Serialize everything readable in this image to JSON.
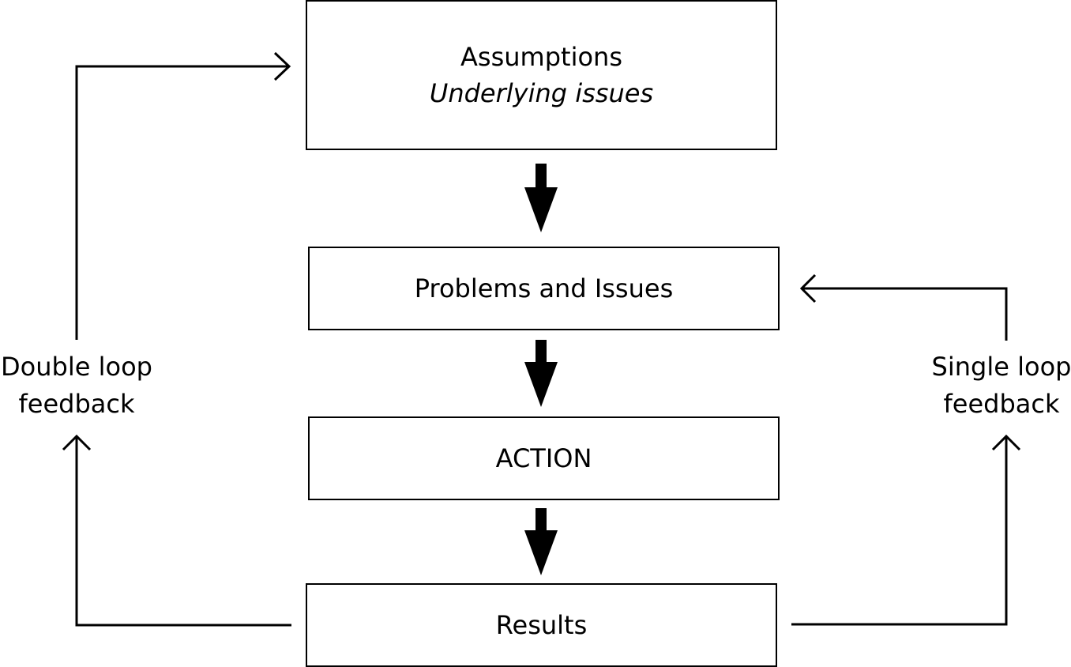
{
  "diagram": {
    "nodes": {
      "assumptions": {
        "title": "Assumptions",
        "subtitle": "Underlying issues"
      },
      "problems": {
        "title": "Problems and Issues"
      },
      "action": {
        "title": "ACTION"
      },
      "results": {
        "title": "Results"
      }
    },
    "loops": {
      "double": {
        "line1": "Double loop",
        "line2": "feedback"
      },
      "single": {
        "line1": "Single loop",
        "line2": "feedback"
      }
    },
    "edges": [
      {
        "from": "assumptions",
        "to": "problems"
      },
      {
        "from": "problems",
        "to": "action"
      },
      {
        "from": "action",
        "to": "results"
      },
      {
        "from": "results",
        "to": "assumptions",
        "via": "double"
      },
      {
        "from": "results",
        "to": "problems",
        "via": "single"
      }
    ],
    "colors": {
      "stroke": "#000000",
      "background": "#ffffff"
    }
  }
}
